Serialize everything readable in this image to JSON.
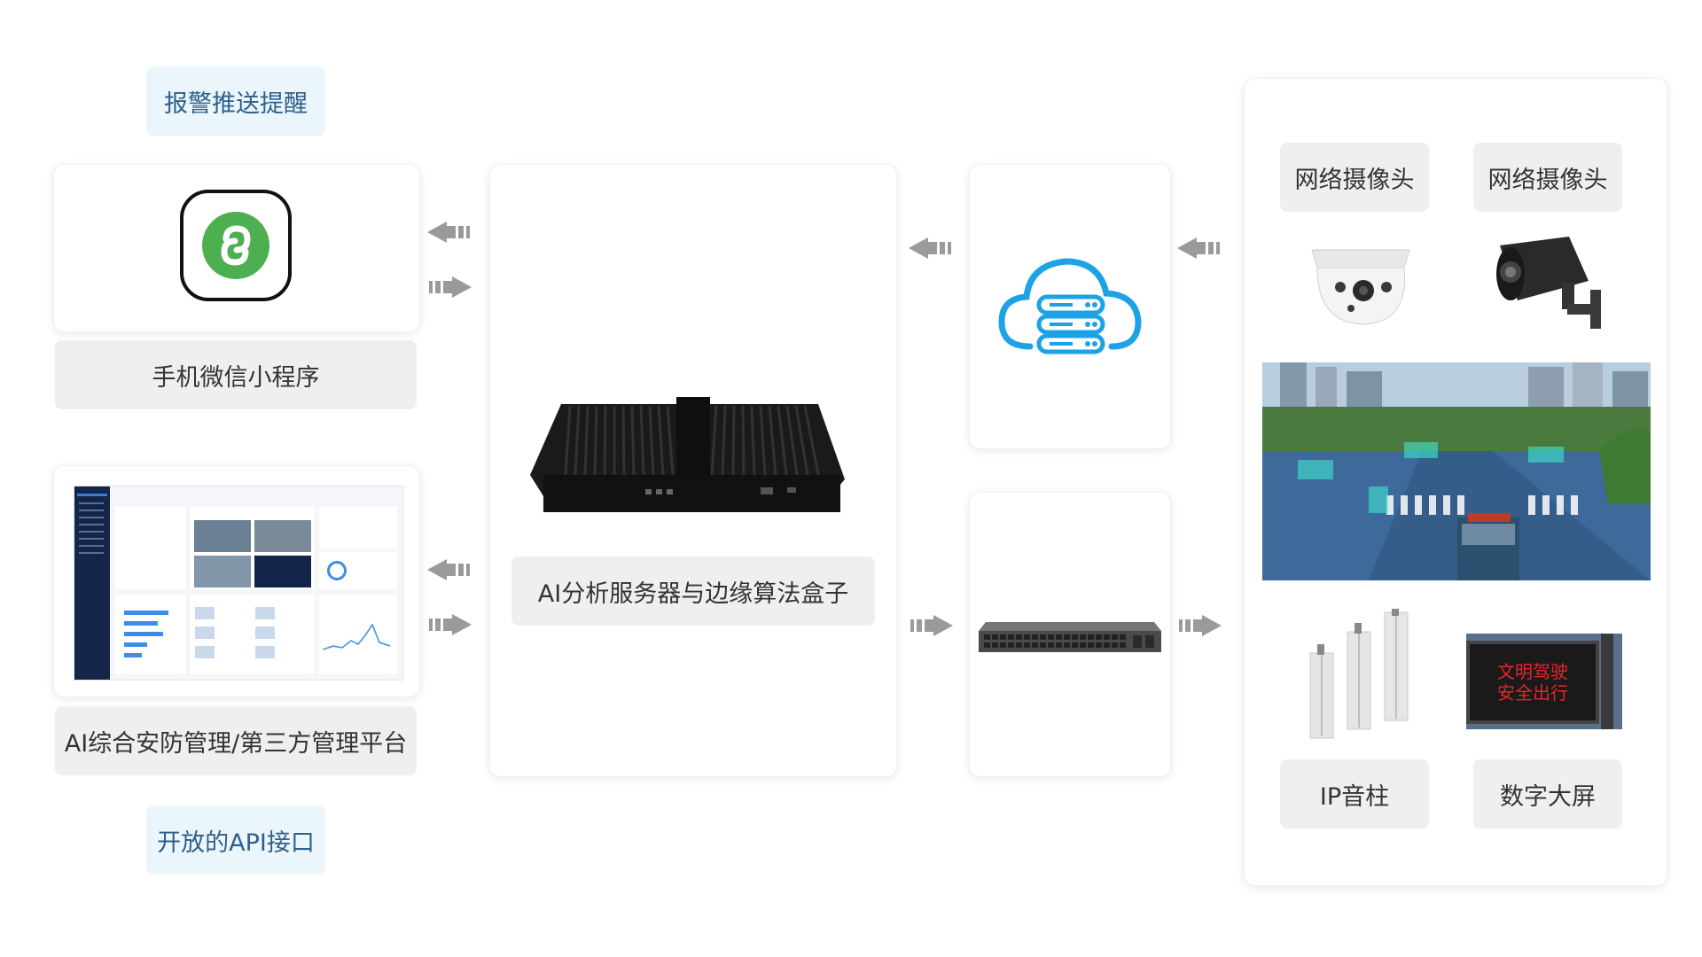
{
  "labels": {
    "alarm_push": "报警推送提醒",
    "wechat_miniprogram": "手机微信小程序",
    "ai_platform": "AI综合安防管理/第三方管理平台",
    "open_api": "开放的API接口",
    "server": "AI分析服务器与边缘算法盒子",
    "camera_1": "网络摄像头",
    "camera_2": "网络摄像头",
    "ip_speaker": "IP音柱",
    "digital_screen": "数字大屏"
  },
  "led_sign": {
    "line1": "文明驾驶",
    "line2": "安全出行"
  },
  "icons": {
    "miniprogram": "wechat-miniprogram-icon",
    "cloud": "cloud-server-icon"
  },
  "colors": {
    "arrow": "#9a9a9a",
    "cloud": "#1ea2e6",
    "miniprogram_green": "#4caf50",
    "label_bg": "#efefef",
    "api_label_bg": "#eaf6fb",
    "led_text": "#e8242c"
  }
}
